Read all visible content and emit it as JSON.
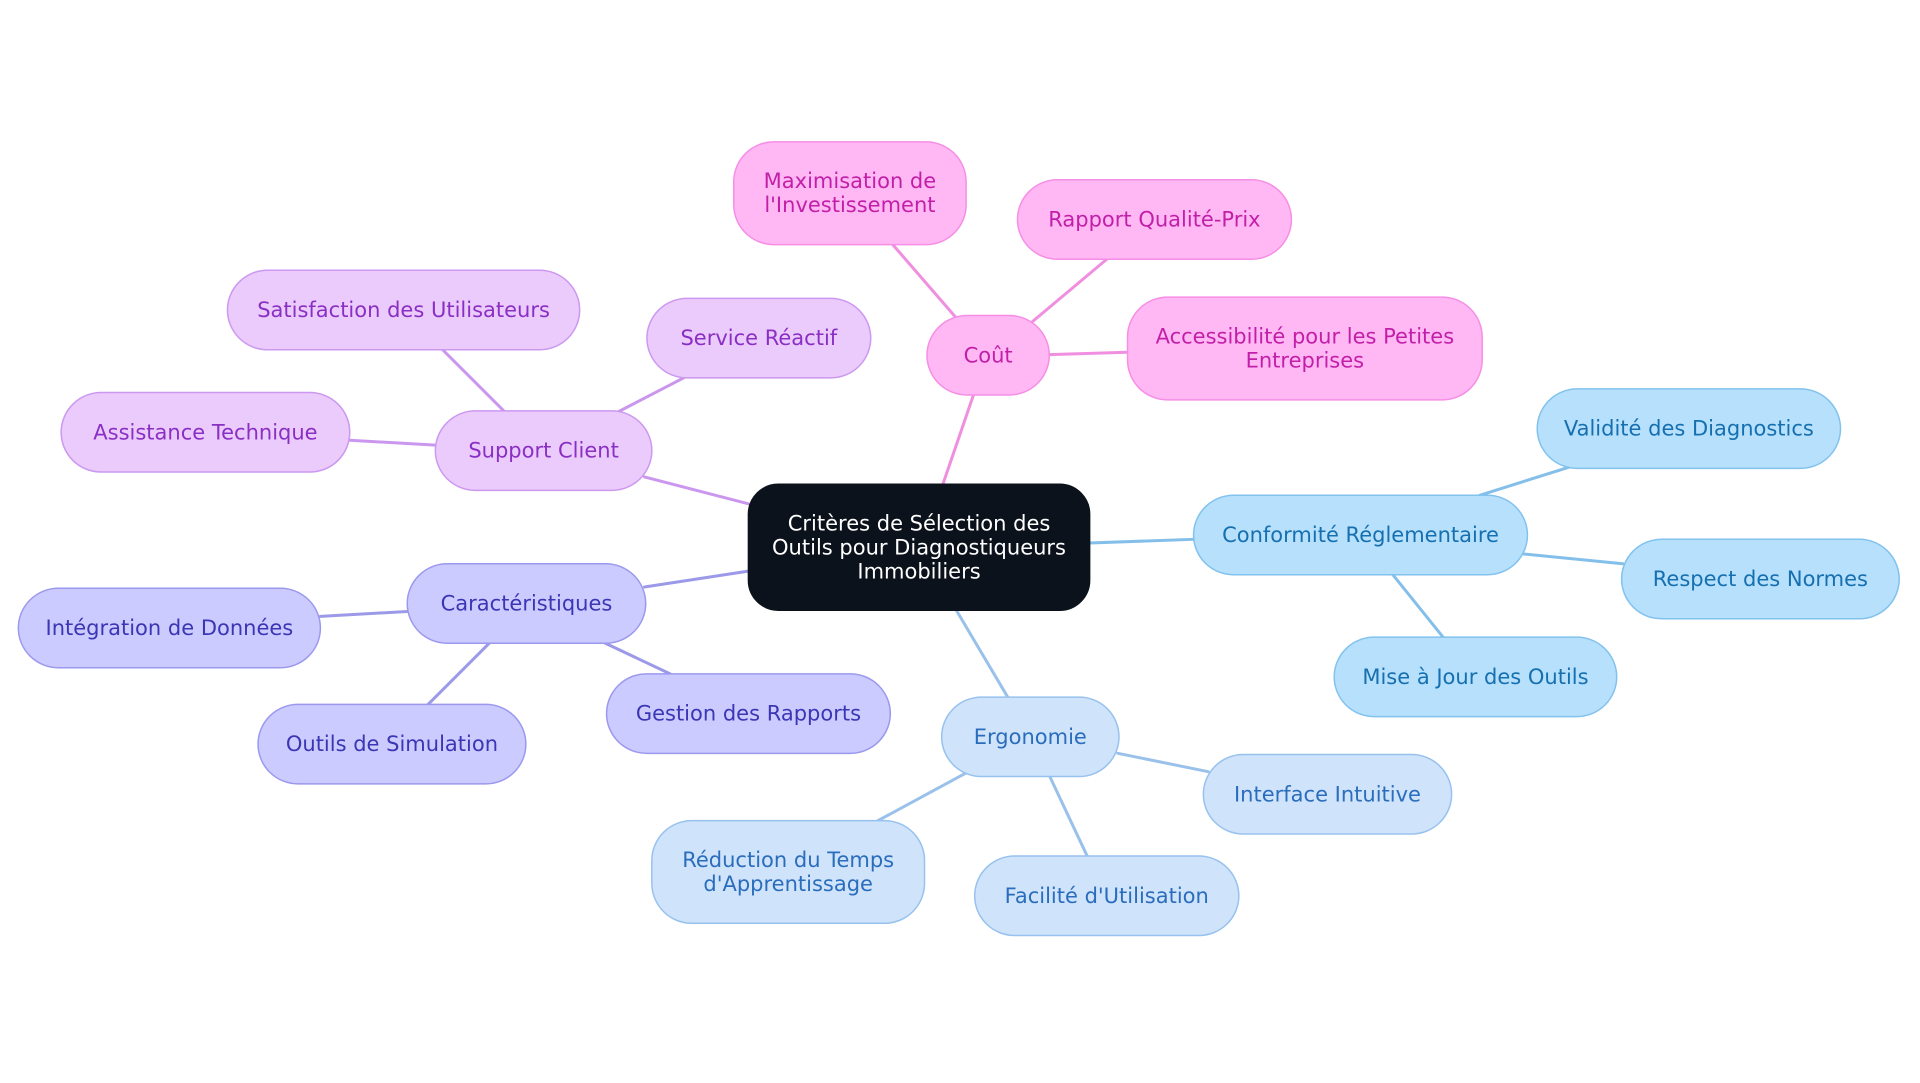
{
  "colors": {
    "center_fill": "#0b121b",
    "center_text": "#ffffff",
    "pink_fill": "#ffb8f4",
    "pink_stroke": "#f68ee6",
    "pink_text": "#c21fa8",
    "pink_edge": "#f08fe0",
    "lavender_fill": "#ebcbfb",
    "lavender_stroke": "#cc98f0",
    "lavender_text": "#8a2fc4",
    "lavender_edge": "#cb97ee",
    "indigo_fill": "#cccbff",
    "indigo_stroke": "#9b99ee",
    "indigo_text": "#3a36b4",
    "indigo_edge": "#9c9ae8",
    "sky_fill": "#b6e0fc",
    "sky_stroke": "#82c2ee",
    "sky_text": "#1670b0",
    "sky_edge": "#84bfea",
    "pale_fill": "#cfe3fb",
    "pale_stroke": "#98c2ee",
    "pale_text": "#2a6dbc",
    "pale_edge": "#9ac1ea"
  },
  "diagram": {
    "root": {
      "id": "center",
      "lines": [
        "Critères de Sélection des",
        "Outils pour Diagnostiqueurs",
        "Immobiliers"
      ],
      "theme": "center"
    },
    "branches": [
      {
        "id": "cout",
        "lines": [
          "Coût"
        ],
        "theme": "pink",
        "children": [
          {
            "id": "maximisation",
            "lines": [
              "Maximisation de",
              "l'Investissement"
            ]
          },
          {
            "id": "rapport-qualite-prix",
            "lines": [
              "Rapport Qualité-Prix"
            ]
          },
          {
            "id": "accessibilite",
            "lines": [
              "Accessibilité pour les Petites",
              "Entreprises"
            ]
          }
        ]
      },
      {
        "id": "support-client",
        "lines": [
          "Support Client"
        ],
        "theme": "lavender",
        "children": [
          {
            "id": "satisfaction",
            "lines": [
              "Satisfaction des Utilisateurs"
            ]
          },
          {
            "id": "service-reactif",
            "lines": [
              "Service Réactif"
            ]
          },
          {
            "id": "assistance-technique",
            "lines": [
              "Assistance Technique"
            ]
          }
        ]
      },
      {
        "id": "caracteristiques",
        "lines": [
          "Caractéristiques"
        ],
        "theme": "indigo",
        "children": [
          {
            "id": "integration-donnees",
            "lines": [
              "Intégration de Données"
            ]
          },
          {
            "id": "outils-simulation",
            "lines": [
              "Outils de Simulation"
            ]
          },
          {
            "id": "gestion-rapports",
            "lines": [
              "Gestion des Rapports"
            ]
          }
        ]
      },
      {
        "id": "conformite",
        "lines": [
          "Conformité Réglementaire"
        ],
        "theme": "sky",
        "children": [
          {
            "id": "validite-diagnostics",
            "lines": [
              "Validité des Diagnostics"
            ]
          },
          {
            "id": "respect-normes",
            "lines": [
              "Respect des Normes"
            ]
          },
          {
            "id": "mise-a-jour",
            "lines": [
              "Mise à Jour des Outils"
            ]
          }
        ]
      },
      {
        "id": "ergonomie",
        "lines": [
          "Ergonomie"
        ],
        "theme": "pale",
        "children": [
          {
            "id": "interface-intuitive",
            "lines": [
              "Interface Intuitive"
            ]
          },
          {
            "id": "reduction-temps",
            "lines": [
              "Réduction du Temps",
              "d'Apprentissage"
            ]
          },
          {
            "id": "facilite-utilisation",
            "lines": [
              "Facilité d'Utilisation"
            ]
          }
        ]
      }
    ]
  }
}
